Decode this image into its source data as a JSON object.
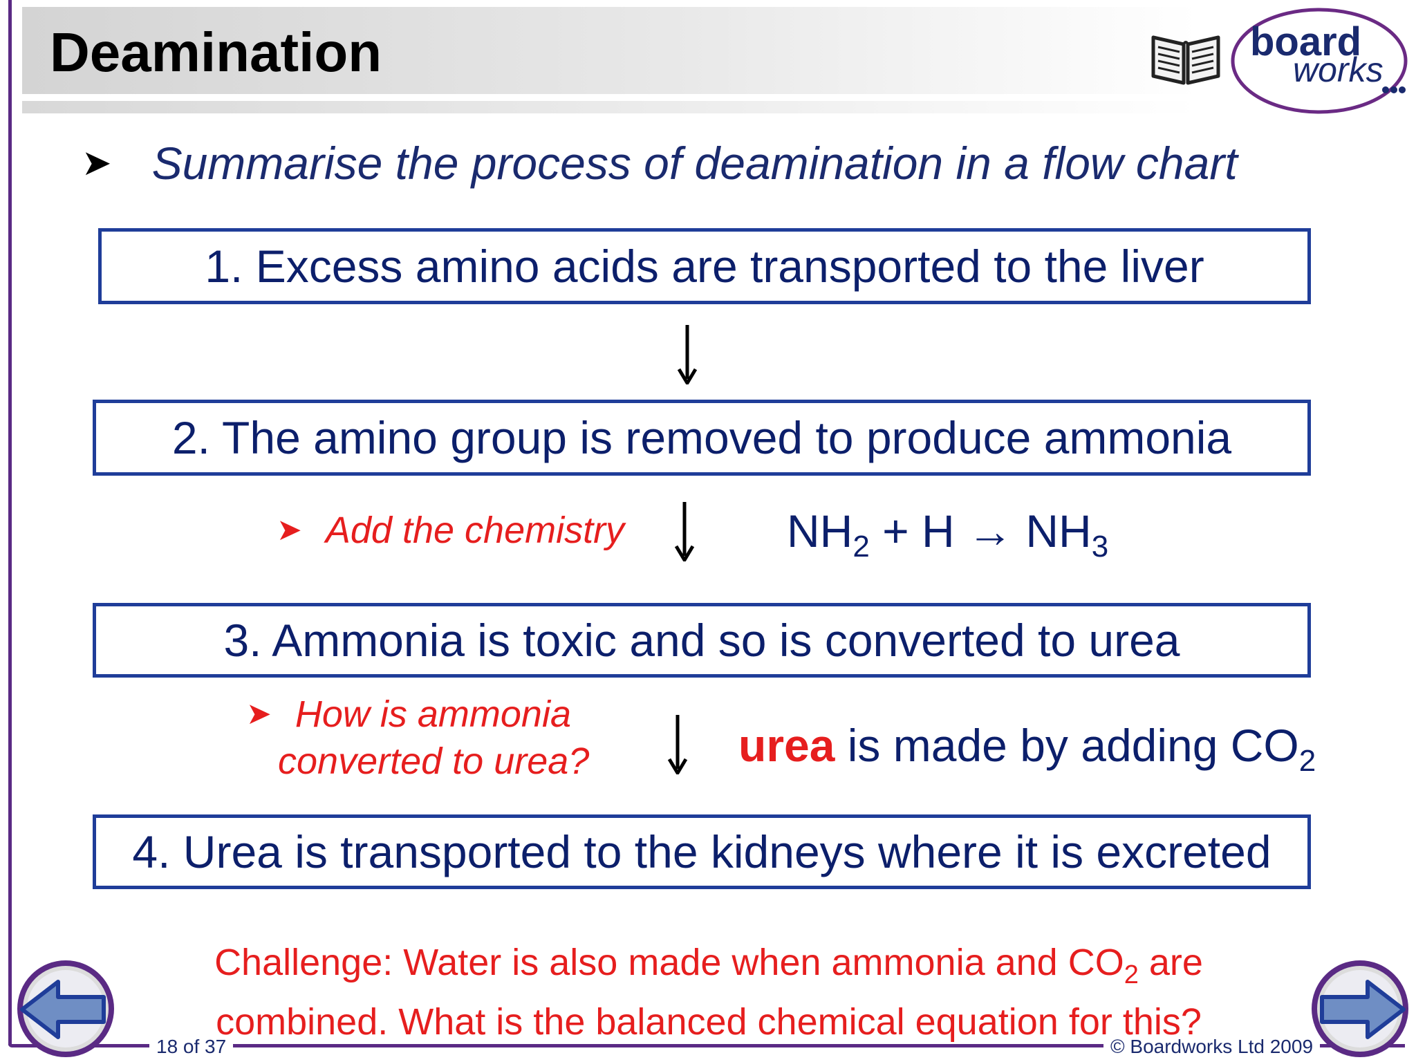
{
  "slide": {
    "title": "Deamination",
    "objective": "Summarise the process of deamination in a flow chart"
  },
  "flow": {
    "steps": [
      {
        "label": "1. Excess amino acids are transported to the liver"
      },
      {
        "label": "2. The amino group is removed to produce ammonia"
      },
      {
        "label": "3. Ammonia is toxic and so is converted to urea"
      },
      {
        "label": "4. Urea is transported to the kidneys where it is excreted"
      }
    ]
  },
  "prompts": {
    "chemistry": "Add the chemistry",
    "urea_q1": "How is ammonia",
    "urea_q2": "converted to urea?"
  },
  "equation": {
    "a": "NH",
    "a_sub": "2",
    "mid": " + H → NH",
    "b_sub": "3"
  },
  "urea_answer": {
    "keyword": "urea",
    "text": " is made by adding CO",
    "sub": "2"
  },
  "challenge": {
    "line1_a": "Challenge: Water is also made when ammonia and CO",
    "line1_sub": "2",
    "line1_b": " are",
    "line2": "combined. What is the balanced chemical equation for this?"
  },
  "footer": {
    "page": "18 of 37",
    "copyright": "© Boardworks Ltd 2009"
  },
  "logo": {
    "word1": "board",
    "word2": "works"
  },
  "icons": {
    "book": "open-book-icon",
    "prev": "arrow-left-icon",
    "next": "arrow-right-icon"
  },
  "colors": {
    "accent_purple": "#5a2a84",
    "box_border": "#1f3d99",
    "text_navy": "#0c1f6b",
    "highlight_red": "#e61e1e"
  }
}
